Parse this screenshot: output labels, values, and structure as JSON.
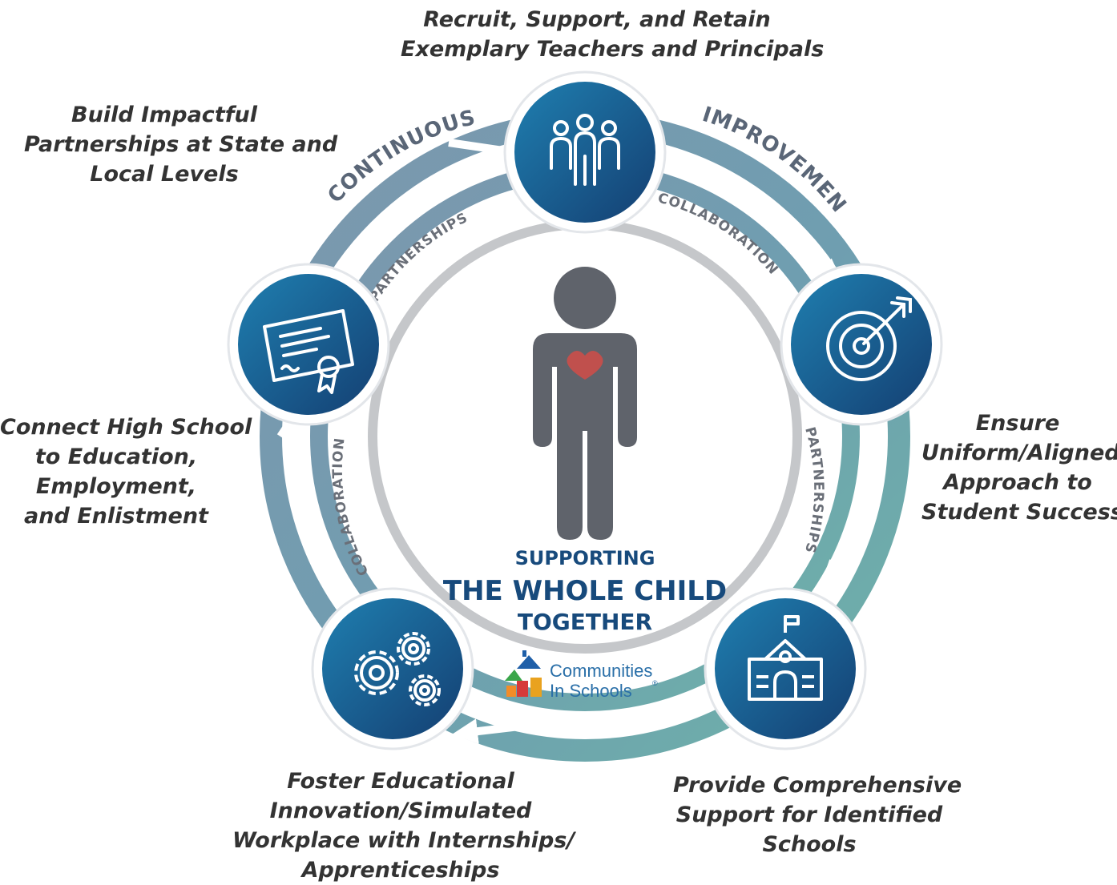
{
  "captions": {
    "top": [
      "Recruit, Support, and Retain",
      "Exemplary Teachers and Principals"
    ],
    "top_left": [
      "Build Impactful",
      "Partnerships at State and",
      "Local Levels"
    ],
    "left": [
      "Connect High School",
      "to Education,",
      "Employment,",
      "and Enlistment"
    ],
    "right": [
      "Ensure",
      "Uniform/Aligned",
      "Approach to",
      "Student Success"
    ],
    "bottom_left": [
      "Foster Educational",
      "Innovation/Simulated",
      "Workplace with Internships/",
      "Apprenticeships"
    ],
    "bottom_right": [
      "Provide Comprehensive",
      "Support  for Identified",
      "Schools"
    ]
  },
  "ring_words": {
    "outer_left": "CONTINUOUS",
    "outer_right": "IMPROVEMENT",
    "inner_top_left": "PARTNERSHIPS",
    "inner_top_right": "COLLABORATION",
    "inner_right": "PARTNERSHIPS",
    "inner_left": "COLLABORATION"
  },
  "center": {
    "line1": "SUPPORTING",
    "line2": "THE WHOLE CHILD",
    "line3": "TOGETHER"
  },
  "logo": {
    "line1": "Communities",
    "line2": "In Schools",
    "registered": "®"
  },
  "nodes": [
    {
      "name": "teachers-principals-icon"
    },
    {
      "name": "target-arrow-icon"
    },
    {
      "name": "school-building-icon"
    },
    {
      "name": "gears-icon"
    },
    {
      "name": "certificate-icon"
    }
  ],
  "colors": {
    "node_dark": "#15487a",
    "node_light": "#1f78a9",
    "ring_blue": "#6e8fa8",
    "ring_teal": "#6fb0aa",
    "child_figure": "#5f636b",
    "heart": "#c0504d",
    "title_blue": "#174a7c"
  }
}
